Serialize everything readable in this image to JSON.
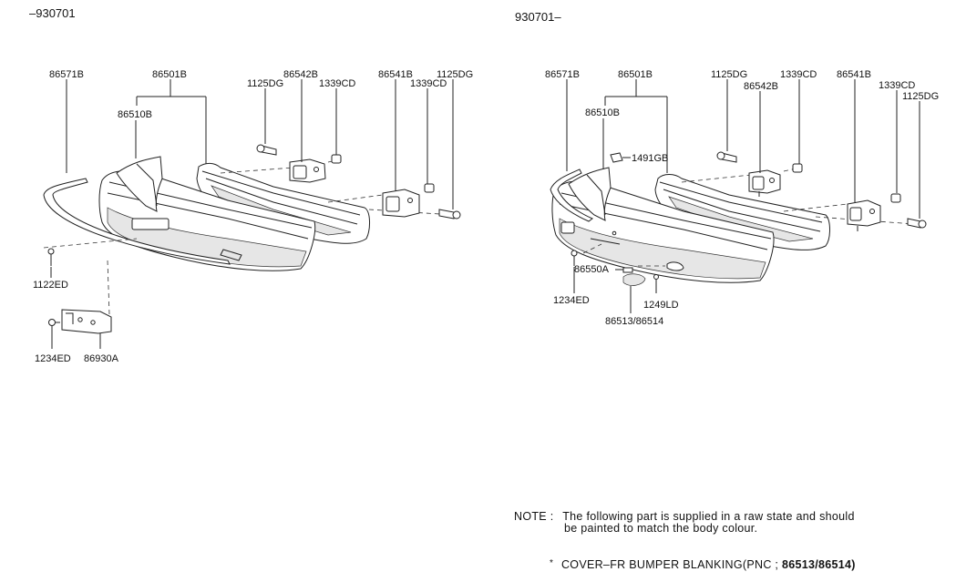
{
  "headers": {
    "left": "–930701",
    "right": "930701–"
  },
  "left_labels": {
    "p86571B": "86571B",
    "p86501B": "86501B",
    "p86510B": "86510B",
    "p86542B": "86542B",
    "p1125DG_a": "1125DG",
    "p1339CD_a": "1339CD",
    "p86541B": "86541B",
    "p1339CD_b": "1339CD",
    "p1125DG_b": "1125DG",
    "p1122ED": "1122ED",
    "p1234ED": "1234ED",
    "p86930A": "86930A"
  },
  "right_labels": {
    "p86571B": "86571B",
    "p86501B": "86501B",
    "p86510B": "86510B",
    "p1125DG_a": "1125DG",
    "p1339CD_a": "1339CD",
    "p86542B": "86542B",
    "p86541B": "86541B",
    "p1339CD_b": "1339CD",
    "p1125DG_b": "1125DG",
    "p1491GB": "1491GB",
    "p86550A": "86550A",
    "p1234ED": "1234ED",
    "p1249LD": "1249LD",
    "p86513": "86513/86514"
  },
  "note": {
    "prefix": "NOTE :",
    "line1": "The following part is supplied in a raw state and should",
    "line2": "be painted to match the body colour.",
    "star": "*",
    "item_name": "COVER–FR BUMPER BLANKING",
    "pnc_open": "(PNC ;",
    "pnc_value": "86513/86514)"
  }
}
